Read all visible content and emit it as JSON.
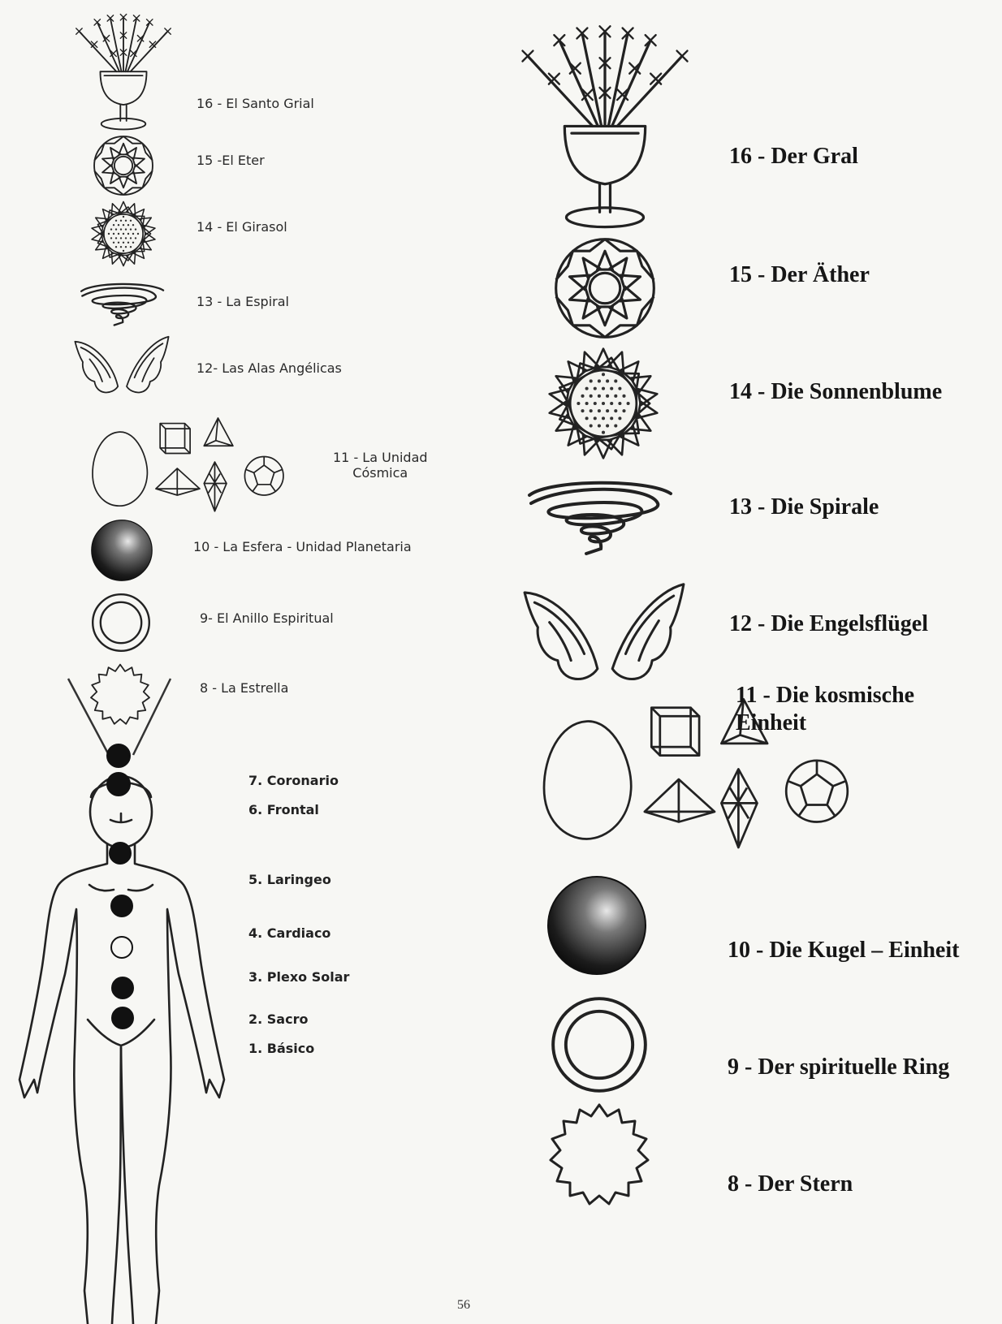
{
  "left": {
    "symbols": [
      {
        "label": "16 - El Santo Grial",
        "icon": "grail-icon"
      },
      {
        "label": "15 -El Eter",
        "icon": "ether-icon"
      },
      {
        "label": "14 - El Girasol",
        "icon": "sunflower-icon"
      },
      {
        "label": "13 - La Espiral",
        "icon": "spiral-icon"
      },
      {
        "label": "12- Las Alas Angélicas",
        "icon": "wings-icon"
      },
      {
        "label": "11 - La Unidad\nCósmica",
        "icon": "cosmic-unity-icon"
      },
      {
        "label": "10 - La Esfera - Unidad Planetaria",
        "icon": "sphere-icon"
      },
      {
        "label": "9- El Anillo Espiritual",
        "icon": "ring-icon"
      },
      {
        "label": "8 - La Estrella",
        "icon": "star-icon"
      }
    ],
    "chakras": [
      {
        "label": "7. Coronario"
      },
      {
        "label": "6. Frontal"
      },
      {
        "label": "5. Laringeo"
      },
      {
        "label": "4. Cardiaco"
      },
      {
        "label": "3. Plexo Solar"
      },
      {
        "label": "2. Sacro"
      },
      {
        "label": "1. Básico"
      }
    ]
  },
  "right": {
    "symbols": [
      {
        "label": "16 - Der Gral",
        "icon": "grail-icon"
      },
      {
        "label": "15 - Der Äther",
        "icon": "ether-icon"
      },
      {
        "label": "14 - Die Sonnenblume",
        "icon": "sunflower-icon"
      },
      {
        "label": "13 - Die Spirale",
        "icon": "spiral-icon"
      },
      {
        "label": "12 - Die Engelsflügel",
        "icon": "wings-icon"
      },
      {
        "label": "11 - Die kosmische\n     Einheit",
        "icon": "cosmic-unity-icon"
      },
      {
        "label": "10 - Die Kugel – Einheit",
        "icon": "sphere-icon"
      },
      {
        "label": "9 - Der spirituelle Ring",
        "icon": "ring-icon"
      },
      {
        "label": "8 - Der Stern",
        "icon": "star-icon"
      }
    ]
  },
  "page_number": "56"
}
